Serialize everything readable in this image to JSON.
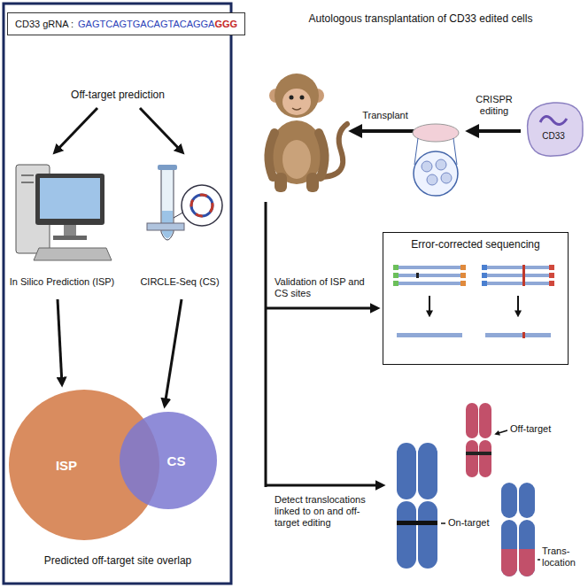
{
  "diagram": {
    "nodes": [
      {
        "text": [
          "CD33 gRNA :",
          "GAGTCAGTGACAGTACAGGA",
          "GGG"
        ]
      },
      {
        "text": [
          "ISP"
        ]
      },
      {
        "text": [
          "CS"
        ]
      },
      {
        "text": [
          "Error-corrected sequencing"
        ]
      }
    ],
    "labels": [
      "Off-target prediction",
      "In Silico Prediction (ISP)",
      "CIRCLE-Seq (CS)",
      "Predicted off-target site overlap",
      "Autologous transplantation of CD33 edited cells",
      "Transplant",
      "CRISPR editing",
      "CD33",
      "Validation of ISP and CS sites",
      "Detect translocations linked to on and off-target editing",
      "Off-target",
      "On-target",
      "Trans- location"
    ]
  }
}
